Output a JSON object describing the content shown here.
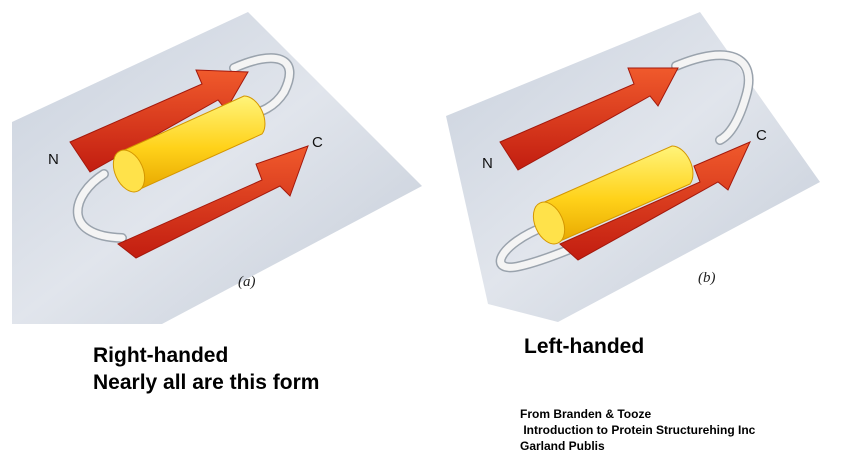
{
  "figure_a": {
    "panel_label": "(a)",
    "n_label": "N",
    "c_label": "C"
  },
  "figure_b": {
    "panel_label": "(b)",
    "n_label": "N",
    "c_label": "C"
  },
  "captions": {
    "right_handed": "Right-handed",
    "right_handed_note": "Nearly all are this form",
    "left_handed": "Left-handed"
  },
  "credit": {
    "line1": "From Branden & Tooze",
    "line2": " Introduction to Protein Structurehing Inc",
    "line3": "Garland Publis"
  },
  "colors": {
    "background_panel": "#d7dde6",
    "strand_red": "#e2301a",
    "helix_yellow": "#ffd21a",
    "loop_white": "#f2f2f2"
  }
}
